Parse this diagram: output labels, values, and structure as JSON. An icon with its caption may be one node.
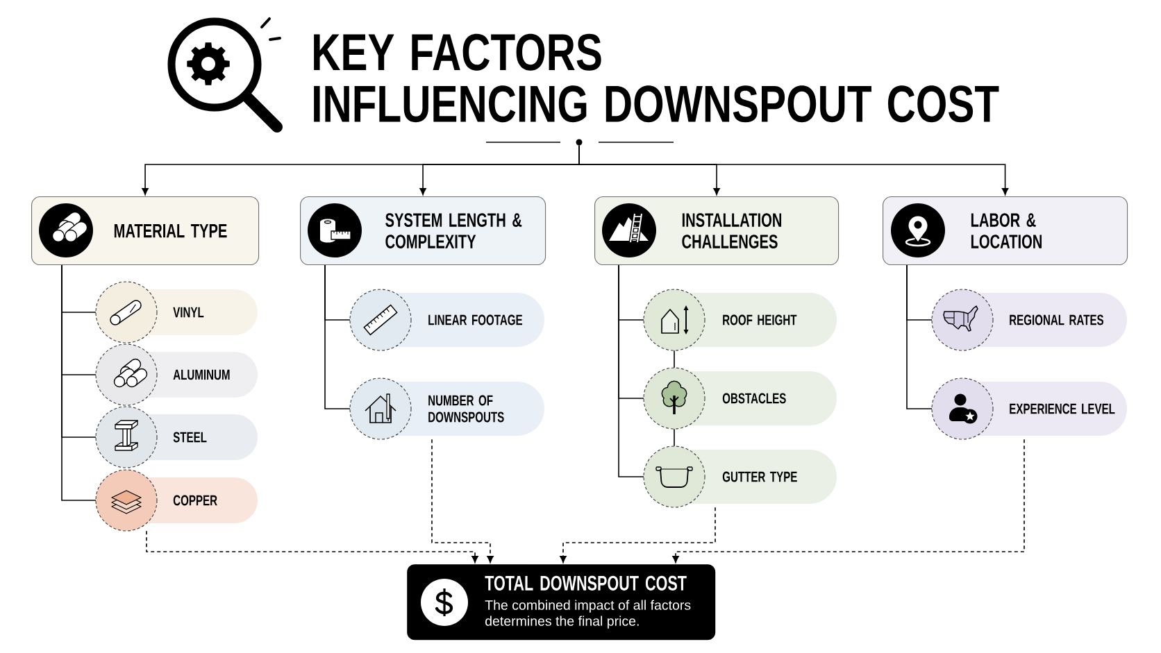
{
  "diagram": {
    "title": "KEY FACTORS INFLUENCING DOWNSPOUT COST",
    "nodes": [
      {
        "text": [],
        "shape": "circle"
      },
      {
        "text": [
          "MATERIAL TYPE"
        ]
      },
      {
        "text": [
          "SYSTEM LENGTH & COMPLEXITY"
        ]
      },
      {
        "text": [
          "INSTALLATION CHALLENGES"
        ]
      },
      {
        "text": [
          "LABOR & LOCATION"
        ]
      },
      {
        "text": [
          "VINYL"
        ]
      },
      {
        "text": [
          "ALUMINUM"
        ]
      },
      {
        "text": [
          "STEEL"
        ]
      },
      {
        "text": [
          "COPPER"
        ]
      },
      {
        "text": [
          "LINEAR FOOTAGE"
        ]
      },
      {
        "text": [
          "NUMBER OF DOWNSPOUTS"
        ]
      },
      {
        "text": [
          "ROOF HEIGHT"
        ]
      },
      {
        "text": [
          "OBSTACLES"
        ]
      },
      {
        "text": [
          "GUTTER TYPE"
        ]
      },
      {
        "text": [
          "REGIONAL RATES"
        ]
      },
      {
        "text": [
          "EXPERIENCE LEVEL"
        ]
      },
      {
        "text": [
          "TOTAL DOWNSPOUT COST",
          "The combined impact of all factors determines the final price."
        ]
      }
    ],
    "edges": [
      {
        "from": 0,
        "to": 1,
        "arrow": "to"
      },
      {
        "from": 0,
        "to": 2,
        "arrow": "to"
      },
      {
        "from": 0,
        "to": 3,
        "arrow": "to"
      },
      {
        "from": 0,
        "to": 4,
        "arrow": "to"
      },
      {
        "from": 1,
        "to": 5,
        "arrow": "none"
      },
      {
        "from": 1,
        "to": 6,
        "arrow": "none"
      },
      {
        "from": 1,
        "to": 7,
        "arrow": "none"
      },
      {
        "from": 1,
        "to": 8,
        "arrow": "none"
      },
      {
        "from": 2,
        "to": 9,
        "arrow": "none"
      },
      {
        "from": 2,
        "to": 10,
        "arrow": "none"
      },
      {
        "from": 3,
        "to": 11,
        "arrow": "none"
      },
      {
        "from": 3,
        "to": 12,
        "arrow": "none"
      },
      {
        "from": 3,
        "to": 13,
        "arrow": "none"
      },
      {
        "from": 11,
        "to": 12,
        "arrow": "none"
      },
      {
        "from": 12,
        "to": 13,
        "arrow": "none"
      },
      {
        "from": 4,
        "to": 14,
        "arrow": "none"
      },
      {
        "from": 4,
        "to": 15,
        "arrow": "none"
      },
      {
        "from": 8,
        "to": 16,
        "arrow": "to",
        "style": "dashed"
      },
      {
        "from": 10,
        "to": 16,
        "arrow": "to",
        "style": "dashed"
      },
      {
        "from": 13,
        "to": 16,
        "arrow": "to",
        "style": "dashed"
      },
      {
        "from": 15,
        "to": 16,
        "arrow": "to",
        "style": "dashed"
      }
    ]
  }
}
